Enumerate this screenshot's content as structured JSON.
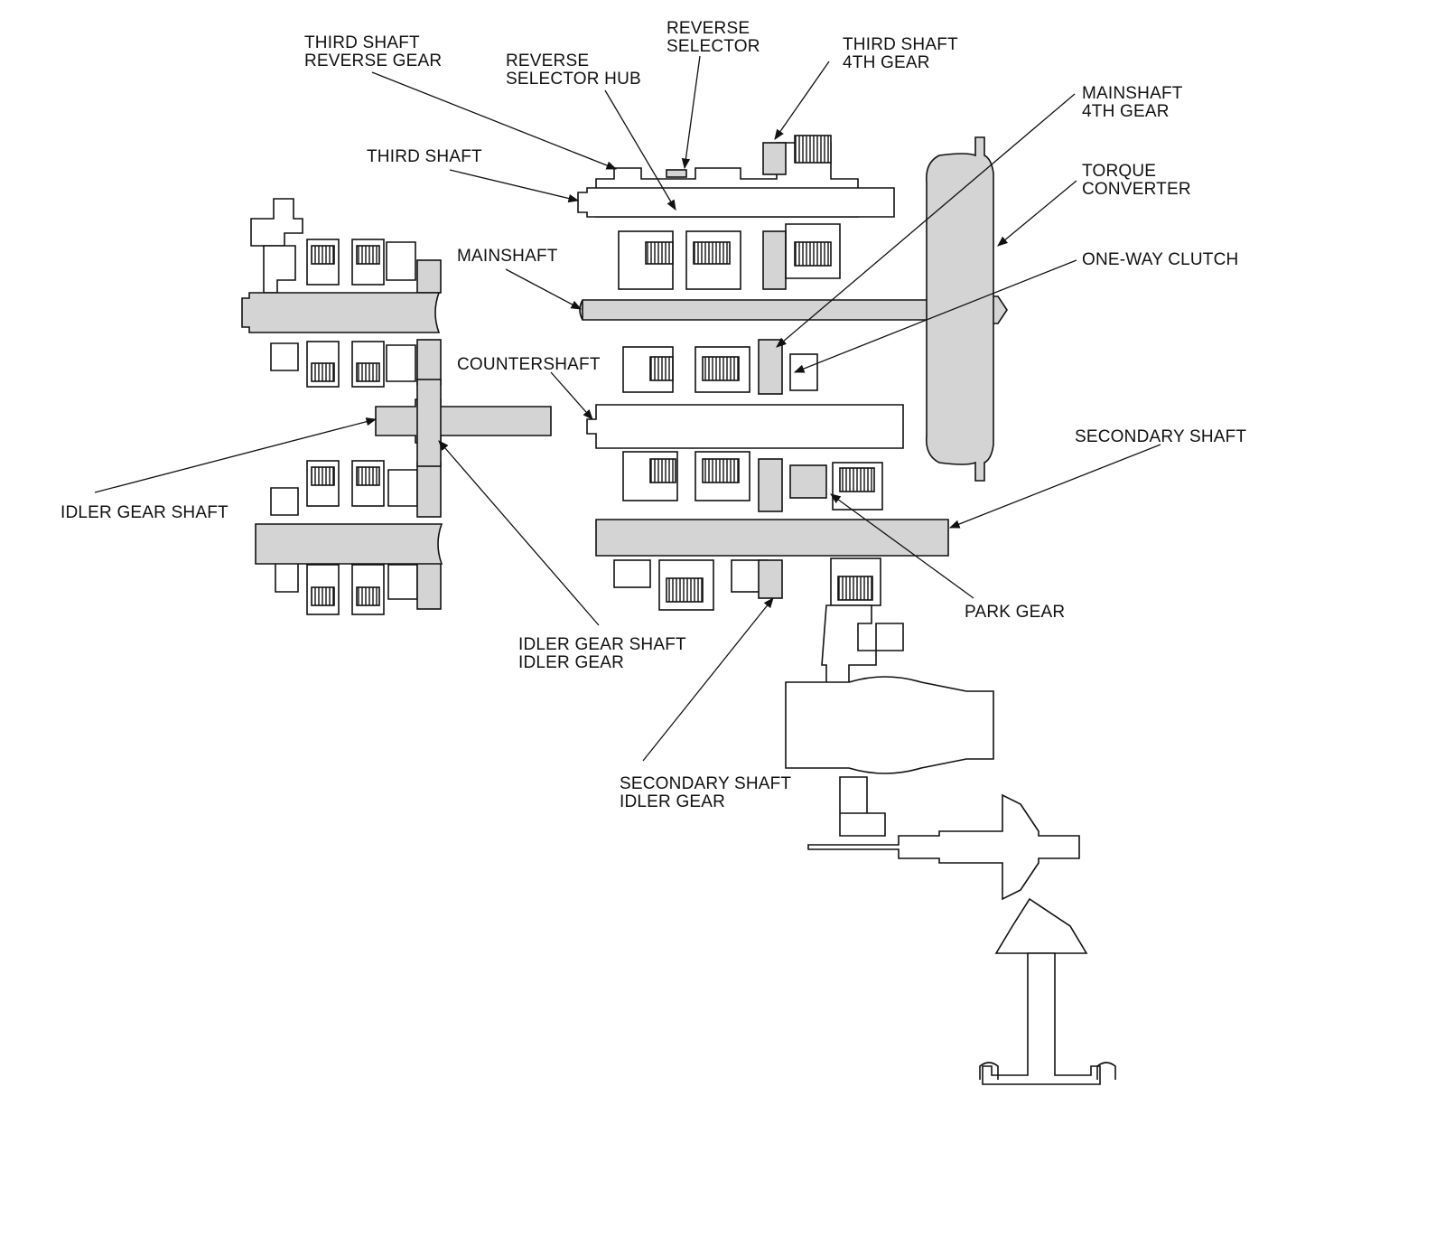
{
  "labels": {
    "third_shaft_reverse_gear": [
      "THIRD SHAFT",
      "REVERSE GEAR"
    ],
    "reverse_selector_hub": [
      "REVERSE",
      "SELECTOR HUB"
    ],
    "reverse_selector": [
      "REVERSE",
      "SELECTOR"
    ],
    "third_shaft_4th_gear": [
      "THIRD SHAFT",
      "4TH GEAR"
    ],
    "mainshaft_4th_gear": [
      "MAINSHAFT",
      "4TH GEAR"
    ],
    "torque_converter": [
      "TORQUE",
      "CONVERTER"
    ],
    "third_shaft": [
      "THIRD SHAFT"
    ],
    "mainshaft": [
      "MAINSHAFT"
    ],
    "one_way_clutch": [
      "ONE-WAY CLUTCH"
    ],
    "countershaft": [
      "COUNTERSHAFT"
    ],
    "secondary_shaft": [
      "SECONDARY SHAFT"
    ],
    "idler_gear_shaft": [
      "IDLER GEAR SHAFT"
    ],
    "park_gear": [
      "PARK GEAR"
    ],
    "idler_gear_shaft_idler_gear": [
      "IDLER GEAR SHAFT",
      "IDLER GEAR"
    ],
    "secondary_shaft_idler_gear": [
      "SECONDARY SHAFT",
      "IDLER GEAR"
    ]
  },
  "colors": {
    "line": "#111111",
    "fill_gray": "#d4d4d4",
    "background": "#ffffff"
  }
}
